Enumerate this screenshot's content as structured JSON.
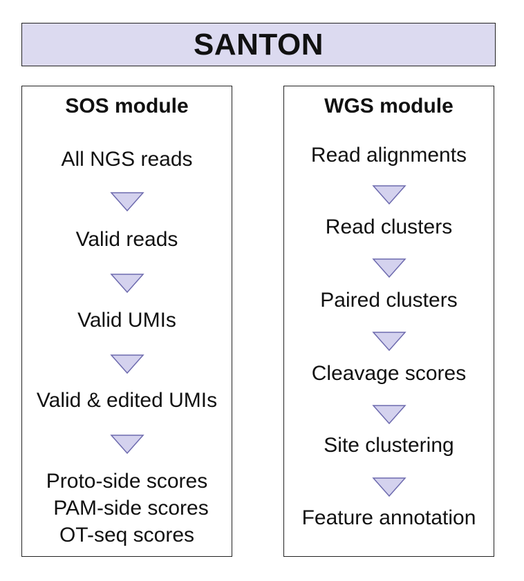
{
  "title": "SANTON",
  "colors": {
    "title_fill": "#dcdaf0",
    "arrow_fill": "#d4d2ee",
    "arrow_stroke": "#6d6aae"
  },
  "sos": {
    "title": "SOS module",
    "steps": [
      "All NGS reads",
      "Valid reads",
      "Valid UMIs",
      "Valid & edited UMIs"
    ],
    "final": [
      "Proto-side scores",
      "PAM-side scores",
      "OT-seq scores"
    ]
  },
  "wgs": {
    "title": "WGS module",
    "steps": [
      "Read alignments",
      "Read clusters",
      "Paired clusters",
      "Cleavage scores",
      "Site clustering",
      "Feature annotation"
    ]
  }
}
